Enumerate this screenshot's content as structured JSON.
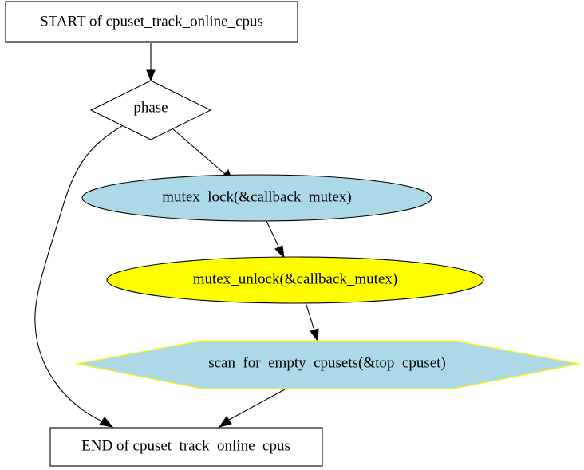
{
  "nodes": {
    "start": {
      "label": "START of cpuset_track_online_cpus",
      "shape": "box",
      "fill": "#ffffff",
      "stroke": "#000000"
    },
    "phase": {
      "label": "phase",
      "shape": "diamond",
      "fill": "#ffffff",
      "stroke": "#000000"
    },
    "mutex_lock": {
      "label": "mutex_lock(&callback_mutex)",
      "shape": "ellipse",
      "fill": "#add8e6",
      "stroke": "#000000"
    },
    "mutex_unlock": {
      "label": "mutex_unlock(&callback_mutex)",
      "shape": "ellipse",
      "fill": "#ffff00",
      "stroke": "#000000"
    },
    "scan": {
      "label": "scan_for_empty_cpusets(&top_cpuset)",
      "shape": "hexagon",
      "fill": "#add8e6",
      "stroke": "#ffff00"
    },
    "end": {
      "label": "END of cpuset_track_online_cpus",
      "shape": "box",
      "fill": "#ffffff",
      "stroke": "#000000"
    }
  },
  "edges": [
    {
      "from": "start",
      "to": "phase"
    },
    {
      "from": "phase",
      "to": "mutex_lock"
    },
    {
      "from": "phase",
      "to": "end"
    },
    {
      "from": "mutex_lock",
      "to": "mutex_unlock"
    },
    {
      "from": "mutex_unlock",
      "to": "scan"
    },
    {
      "from": "scan",
      "to": "end"
    }
  ]
}
